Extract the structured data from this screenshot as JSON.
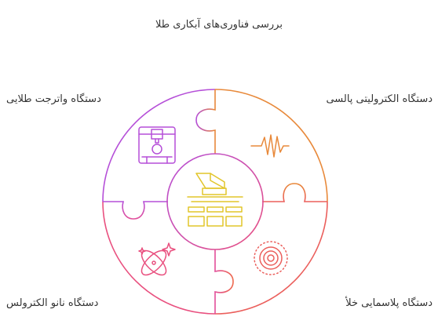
{
  "title": "بررسی فناوری‌های آبکاری طلا",
  "labels": {
    "top_left": "دستگاه واترجت طلایی",
    "top_right": "دستگاه الکترولیتی پالسی",
    "bottom_left": "دستگاه نانو الکترولس",
    "bottom_right": "دستگاه پلاسمایی خلأ"
  },
  "icons": {
    "center": "gold-bars-icon",
    "top_left": "waterjet-machine-icon",
    "top_right": "pulse-wave-icon",
    "bottom_left": "nano-atom-icon",
    "bottom_right": "plasma-target-icon"
  },
  "colors": {
    "purple": "#B54FD8",
    "orange": "#E8893A",
    "pink": "#E9507F",
    "red_orange": "#EB5F5C",
    "gold": "#E2C52A"
  }
}
